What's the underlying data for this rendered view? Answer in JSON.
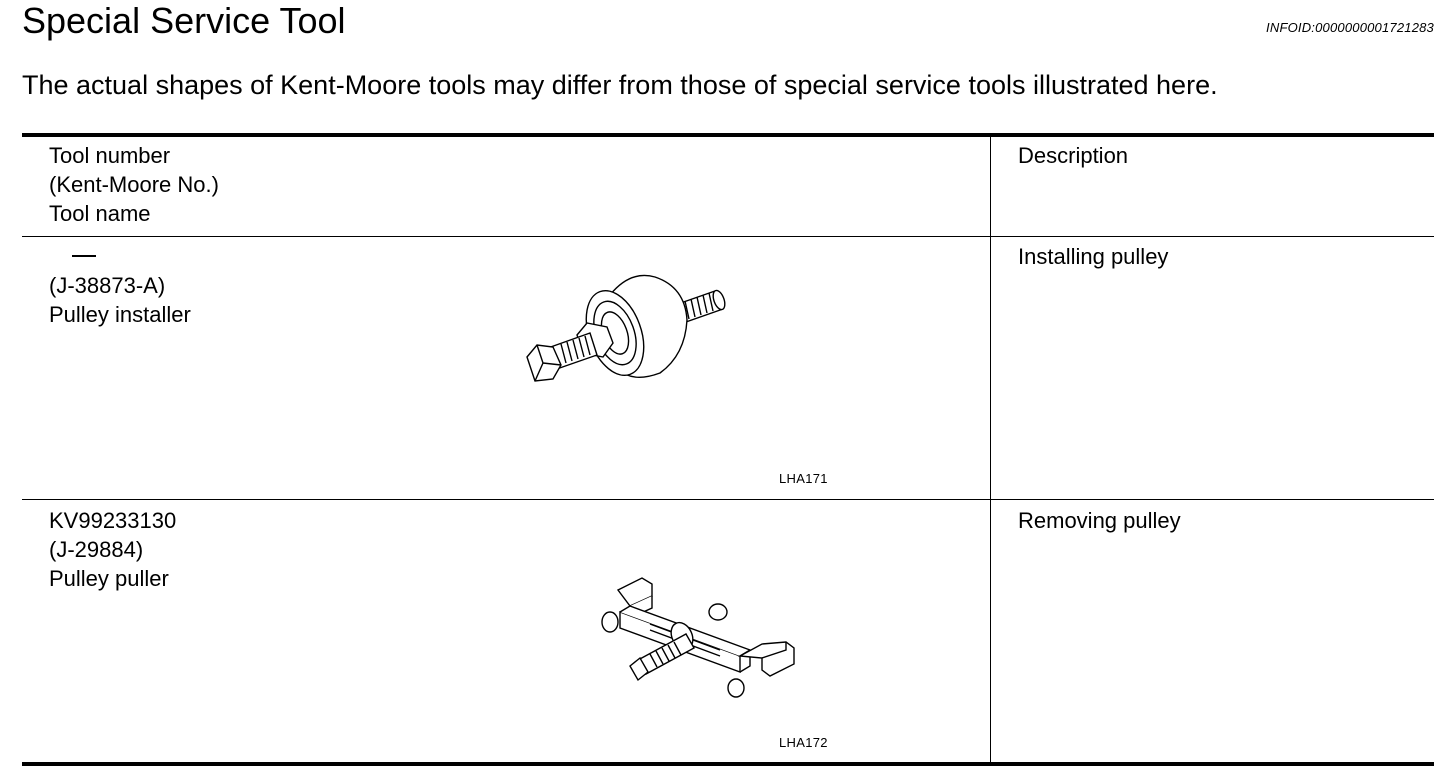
{
  "header": {
    "title": "Special Service Tool",
    "info_id": "INFOID:0000000001721283"
  },
  "intro": "The actual shapes of Kent-Moore tools may differ from those of special service tools illustrated here.",
  "table": {
    "columns": {
      "left": [
        "Tool number",
        "(Kent-Moore No.)",
        "Tool name"
      ],
      "right": "Description"
    },
    "rows": [
      {
        "tool_number": "—",
        "kent_moore": "(J-38873-A)",
        "tool_name": "Pulley installer",
        "figure_code": "LHA171",
        "figure_icon": "pulley-installer-illustration",
        "description": "Installing pulley"
      },
      {
        "tool_number": "KV99233130",
        "kent_moore": "(J-29884)",
        "tool_name": "Pulley puller",
        "figure_code": "LHA172",
        "figure_icon": "pulley-puller-illustration",
        "description": "Removing pulley"
      }
    ]
  }
}
